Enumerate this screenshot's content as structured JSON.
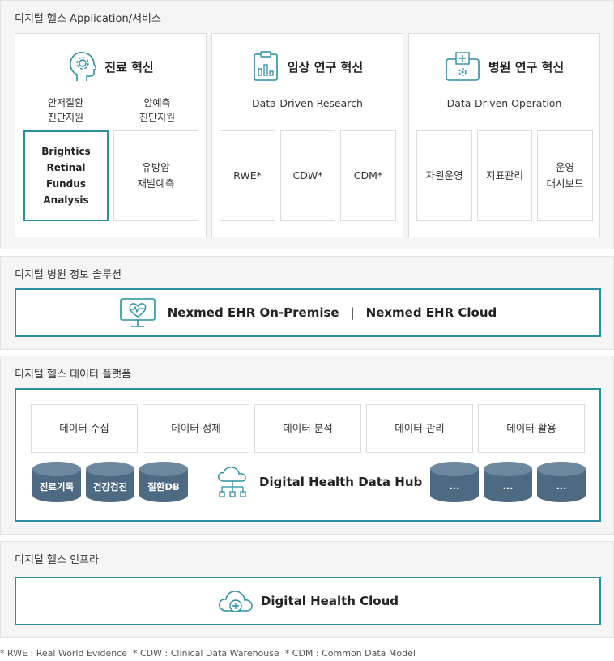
{
  "sections": {
    "apps": {
      "title": "디지털 헬스 Application/서비스",
      "clinical": {
        "title": "진료 혁신",
        "icon": "head-gear-icon",
        "col1": "안저질환\n진단지원",
        "col2": "암예측\n진단지원",
        "box1": "Brightics\nRetinal\nFundus\nAnalysis",
        "box2": "유방암\n재발예측"
      },
      "research": {
        "title": "임상 연구 혁신",
        "icon": "clipboard-chart-icon",
        "subtitle": "Data-Driven Research",
        "boxes": [
          "RWE*",
          "CDW*",
          "CDM*"
        ]
      },
      "hospital": {
        "title": "병원 연구 혁신",
        "icon": "medical-case-icon",
        "subtitle": "Data-Driven Operation",
        "boxes": [
          "자원운영",
          "지표관리",
          "운영\n대시보드"
        ]
      }
    },
    "his": {
      "title": "디지털 병원 정보 솔루션",
      "icon": "heart-monitor-icon",
      "left": "Nexmed EHR On-Premise",
      "separator": "|",
      "right": "Nexmed EHR Cloud"
    },
    "platform": {
      "title": "디지털 헬스 데이터 플랫폼",
      "steps": [
        "데이터 수집",
        "데이터 정제",
        "데이터 분석",
        "데이터 관리",
        "데이터 활용"
      ],
      "left_dbs": [
        "진료기록",
        "건강검진",
        "질환DB"
      ],
      "hub_icon": "cloud-network-icon",
      "hub_label": "Digital Health Data Hub",
      "right_dbs": [
        "...",
        "...",
        "..."
      ]
    },
    "infra": {
      "title": "디지털 헬스 인프라",
      "icon": "cloud-plus-icon",
      "label": "Digital Health Cloud"
    }
  },
  "footnote": "* RWE : Real World Evidence  * CDW : Clinical Data Warehouse  * CDM : Common Data Model",
  "colors": {
    "teal": "#2a8fa0",
    "db": "#4e6a83",
    "db_top": "#6d879f",
    "bg": "#f5f5f5"
  }
}
